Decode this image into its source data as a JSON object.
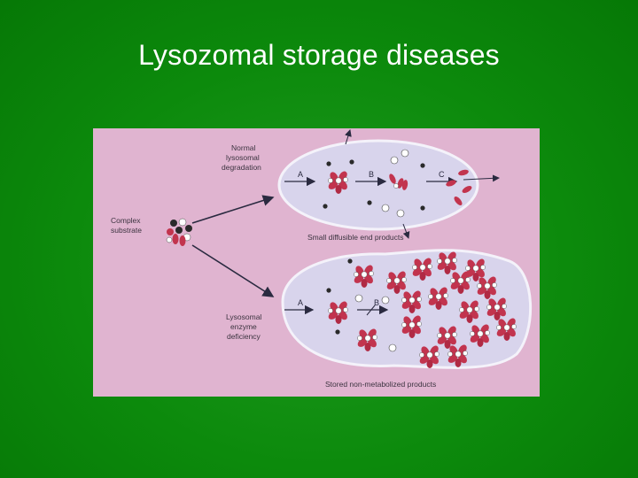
{
  "slide": {
    "title": "Lysozomal storage diseases"
  },
  "figure": {
    "labels": {
      "complex_substrate_1": "Complex",
      "complex_substrate_2": "substrate",
      "normal_1": "Normal",
      "normal_2": "lysosomal",
      "normal_3": "degradation",
      "deficiency_1": "Lysosomal",
      "deficiency_2": "enzyme",
      "deficiency_3": "deficiency",
      "small_products": "Small diffusible end products",
      "stored_products": "Stored non-metabolized products"
    },
    "steps": {
      "normal": [
        "A",
        "B",
        "C"
      ],
      "deficient": [
        "A",
        "B"
      ]
    },
    "colors": {
      "background": "#0c8a0c",
      "figure_bg": "#e0b4d0",
      "lysosome_fill": "#d8d4ec",
      "molecule": "#c2344e",
      "substrate_dark": "#2a2a2a"
    }
  }
}
